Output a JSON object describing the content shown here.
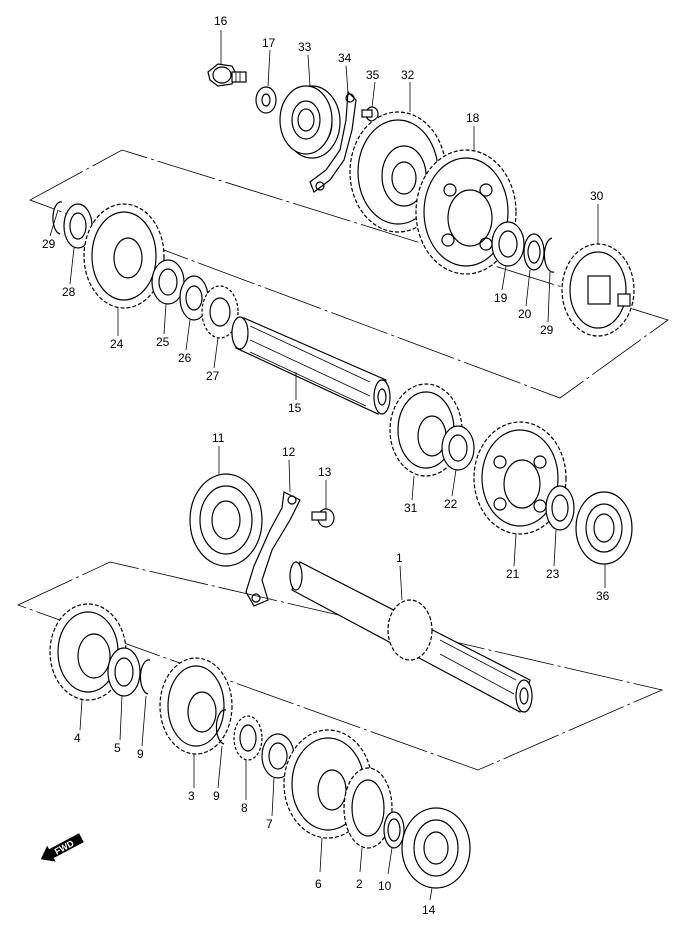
{
  "callouts": [
    {
      "id": "16",
      "text": "16"
    },
    {
      "id": "17",
      "text": "17"
    },
    {
      "id": "33",
      "text": "33"
    },
    {
      "id": "34",
      "text": "34"
    },
    {
      "id": "35",
      "text": "35"
    },
    {
      "id": "32",
      "text": "32"
    },
    {
      "id": "18",
      "text": "18"
    },
    {
      "id": "30",
      "text": "30"
    },
    {
      "id": "29a",
      "text": "29"
    },
    {
      "id": "28",
      "text": "28"
    },
    {
      "id": "24",
      "text": "24"
    },
    {
      "id": "25",
      "text": "25"
    },
    {
      "id": "26",
      "text": "26"
    },
    {
      "id": "27",
      "text": "27"
    },
    {
      "id": "15",
      "text": "15"
    },
    {
      "id": "19",
      "text": "19"
    },
    {
      "id": "20",
      "text": "20"
    },
    {
      "id": "29b",
      "text": "29"
    },
    {
      "id": "11",
      "text": "11"
    },
    {
      "id": "12",
      "text": "12"
    },
    {
      "id": "13",
      "text": "13"
    },
    {
      "id": "31",
      "text": "31"
    },
    {
      "id": "22",
      "text": "22"
    },
    {
      "id": "21",
      "text": "21"
    },
    {
      "id": "23",
      "text": "23"
    },
    {
      "id": "36",
      "text": "36"
    },
    {
      "id": "1",
      "text": "1"
    },
    {
      "id": "4",
      "text": "4"
    },
    {
      "id": "5",
      "text": "5"
    },
    {
      "id": "9a",
      "text": "9"
    },
    {
      "id": "3",
      "text": "3"
    },
    {
      "id": "9b",
      "text": "9"
    },
    {
      "id": "8",
      "text": "8"
    },
    {
      "id": "7",
      "text": "7"
    },
    {
      "id": "6",
      "text": "6"
    },
    {
      "id": "2",
      "text": "2"
    },
    {
      "id": "10",
      "text": "10"
    },
    {
      "id": "14",
      "text": "14"
    }
  ],
  "fwd_label": "FWD",
  "colors": {
    "line": "#000000",
    "background": "#ffffff"
  }
}
